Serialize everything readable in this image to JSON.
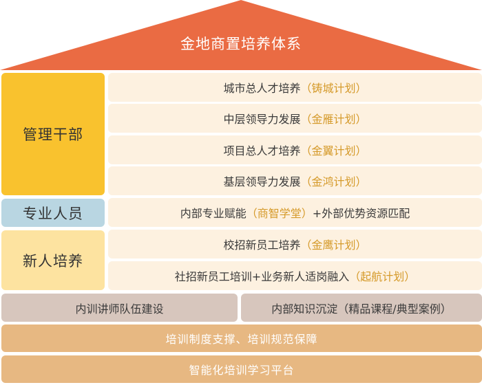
{
  "title": "金地商置培养体系",
  "colors": {
    "roof": "#ea6b43",
    "management": "#f9c22e",
    "professional": "#b9d6e2",
    "newcomer": "#fde3a0",
    "row_bg": "#fdf1e0",
    "highlight": "#d59a2a",
    "support_gray": "#d7c6bd",
    "foundation": "#e7b882"
  },
  "categories": {
    "management": "管理干部",
    "professional": "专业人员",
    "newcomer": "新人培养"
  },
  "programs": [
    {
      "text": "城市总人才培养",
      "highlight": "（铸城计划）",
      "suffix": ""
    },
    {
      "text": "中层领导力发展",
      "highlight": "（金雁计划）",
      "suffix": ""
    },
    {
      "text": "项目总人才培养",
      "highlight": "（金翼计划）",
      "suffix": ""
    },
    {
      "text": "基层领导力发展",
      "highlight": "（金鸿计划）",
      "suffix": ""
    },
    {
      "text": "内部专业赋能",
      "highlight": "（商智学堂）",
      "suffix": "+外部优势资源匹配"
    },
    {
      "text": "校招新员工培养",
      "highlight": "（金鹰计划）",
      "suffix": ""
    },
    {
      "text": "社招新员工培训+业务新人适岗融入",
      "highlight": "（起航计划）",
      "suffix": ""
    }
  ],
  "support": {
    "left": "内训讲师队伍建设",
    "right": "内部知识沉淀（精品课程/典型案例）"
  },
  "foundation": {
    "system": "培训制度支撑、培训规范保障",
    "platform": "智能化培训学习平台"
  }
}
